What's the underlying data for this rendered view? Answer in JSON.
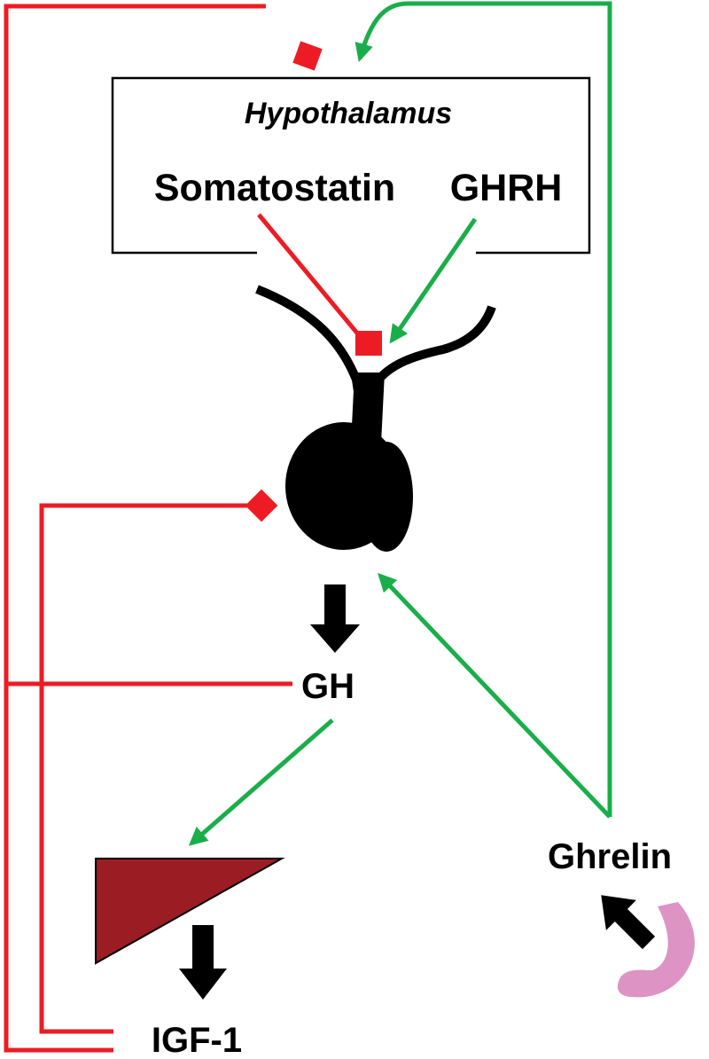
{
  "labels": {
    "hypothalamus": "Hypothalamus",
    "somatostatin": "Somatostatin",
    "ghrh": "GHRH",
    "gh": "GH",
    "ghrelin": "Ghrelin",
    "igf1": "IGF-1"
  },
  "colors": {
    "inhibit": "#ed1c24",
    "stimulate": "#1aae4a",
    "black": "#000000",
    "liver": "#9b1c23",
    "stomach": "#dd93c4"
  },
  "icons": {
    "pituitary": "pituitary-gland-icon",
    "liver": "liver-icon",
    "stomach": "stomach-icon"
  }
}
